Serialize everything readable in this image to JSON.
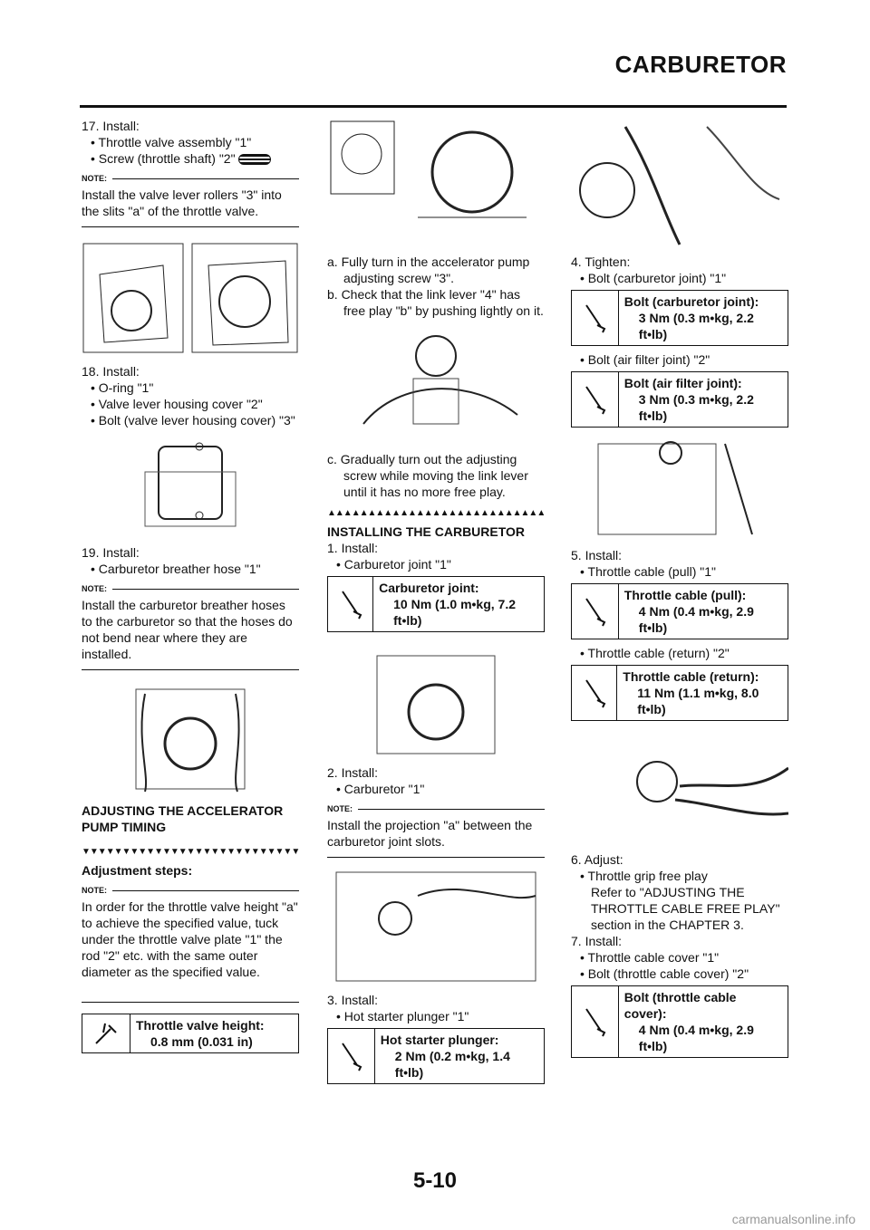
{
  "header": {
    "title": "CARBURETOR"
  },
  "col1": {
    "s17_title": "17. Install:",
    "s17_b1": "Throttle valve assembly \"1\"",
    "s17_b2": "Screw (throttle shaft) \"2\"",
    "note_label": "NOTE:",
    "note1": "Install the valve lever rollers \"3\" into the slits \"a\" of the throttle valve.",
    "s18_title": "18. Install:",
    "s18_b1": "O-ring \"1\"",
    "s18_b2": "Valve lever housing cover \"2\"",
    "s18_b3": "Bolt (valve lever housing cover) \"3\"",
    "s19_title": "19. Install:",
    "s19_b1": "Carburetor breather hose \"1\"",
    "note2": "Install the carburetor breather hoses to the carburetor so that the hoses do not bend near where they are installed.",
    "adj_heading": "ADJUSTING THE ACCELERATOR PUMP TIMING",
    "adj_steps": "Adjustment steps:",
    "note3": "In order for the throttle valve height \"a\" to achieve the specified value, tuck under the throttle valve plate \"1\" the rod \"2\" etc. with the same outer diameter as the specified value.",
    "spec_label": "Throttle valve height:",
    "spec_value": "0.8 mm (0.031 in)"
  },
  "col2": {
    "a": "a.  Fully turn in the accelerator pump adjusting screw \"3\".",
    "b": "b.  Check that the link lever \"4\" has free play \"b\" by pushing lightly on it.",
    "c": "c.  Gradually turn out the adjusting screw while moving the link lever until it has no more free play.",
    "install_heading": "INSTALLING THE CARBURETOR",
    "s1_title": "1.  Install:",
    "s1_b1": "Carburetor joint \"1\"",
    "spec1_label": "Carburetor joint:",
    "spec1_value": "10 Nm (1.0 m•kg, 7.2 ft•lb)",
    "s2_title": "2.  Install:",
    "s2_b1": "Carburetor \"1\"",
    "note_label": "NOTE:",
    "note4": "Install the projection \"a\" between the carburetor joint slots.",
    "s3_title": "3.  Install:",
    "s3_b1": "Hot starter plunger \"1\"",
    "spec2_label": "Hot starter plunger:",
    "spec2_value": "2 Nm (0.2 m•kg, 1.4 ft•lb)"
  },
  "col3": {
    "s4_title": "4.  Tighten:",
    "s4_b1": "Bolt (carburetor joint) \"1\"",
    "spec1_label": "Bolt (carburetor joint):",
    "spec1_value": "3 Nm (0.3 m•kg, 2.2 ft•lb)",
    "s4_b2": "Bolt (air filter joint) \"2\"",
    "spec2_label": "Bolt (air filter joint):",
    "spec2_value": "3 Nm (0.3 m•kg, 2.2 ft•lb)",
    "s5_title": "5.  Install:",
    "s5_b1": "Throttle cable (pull) \"1\"",
    "spec3_label": "Throttle cable (pull):",
    "spec3_value": "4 Nm (0.4 m•kg, 2.9 ft•lb)",
    "s5_b2": "Throttle cable (return) \"2\"",
    "spec4_label": "Throttle cable (return):",
    "spec4_value": "11 Nm (1.1 m•kg, 8.0 ft•lb)",
    "s6_title": "6.  Adjust:",
    "s6_b1": "Throttle grip free play",
    "s6_ref": "Refer to \"ADJUSTING THE THROTTLE CABLE FREE PLAY\" section in the CHAPTER 3.",
    "s7_title": "7.  Install:",
    "s7_b1": "Throttle cable cover \"1\"",
    "s7_b2": "Bolt (throttle cable cover) \"2\"",
    "spec5_label": "Bolt (throttle cable cover):",
    "spec5_value": "4 Nm (0.4 m•kg, 2.9 ft•lb)"
  },
  "footer": {
    "page_number": "5-10",
    "watermark": "carmanualsonline.info"
  },
  "icons": [
    "torque-wrench-icon",
    "caliper-icon",
    "screw-lock-icon"
  ]
}
